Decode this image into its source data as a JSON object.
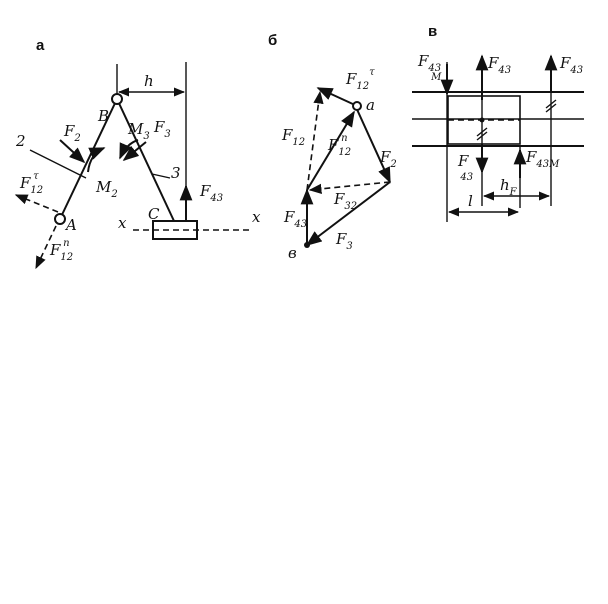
{
  "panels": {
    "a": {
      "label": "а",
      "link2": "2",
      "link3": "3",
      "point_A": "A",
      "point_B": "B",
      "point_C": "C",
      "axis_left": "x",
      "axis_right": "x",
      "dim_h": "h",
      "F2": {
        "main": "F",
        "sub": "2"
      },
      "F3": {
        "main": "F",
        "sub": "3"
      },
      "F43": {
        "main": "F",
        "sub": "43"
      },
      "F12t": {
        "main": "F",
        "sub": "12",
        "sup": "τ"
      },
      "F12n": {
        "main": "F",
        "sub": "12",
        "sup": "n"
      },
      "M2": {
        "main": "M",
        "sub": "2"
      },
      "M3": {
        "main": "M",
        "sub": "3"
      }
    },
    "b": {
      "label": "б",
      "point_a": "a",
      "point_b": "в",
      "F12t": {
        "main": "F",
        "sub": "12",
        "sup": "τ"
      },
      "F12n": {
        "main": "F",
        "sub": "12",
        "sup": "n"
      },
      "F12": {
        "main": "F",
        "sub": "12"
      },
      "F2": {
        "main": "F",
        "sub": "2"
      },
      "F3": {
        "main": "F",
        "sub": "3"
      },
      "F43": {
        "main": "F",
        "sub": "43"
      },
      "F32": {
        "main": "F",
        "sub": "32"
      }
    },
    "c": {
      "label": "в",
      "F43M": {
        "main": "F",
        "sub": "43",
        "sub2": "M"
      },
      "F43_top": {
        "main": "F",
        "sub": "43"
      },
      "F43_right": {
        "main": "F",
        "sub": "43"
      },
      "F43_low": {
        "main": "F",
        "sub": "43"
      },
      "F43M_low": {
        "main": "F",
        "sub": "43",
        "sub2": "M"
      },
      "dim_l": "l",
      "dim_hF": {
        "main": "h",
        "sub": "F"
      }
    }
  }
}
